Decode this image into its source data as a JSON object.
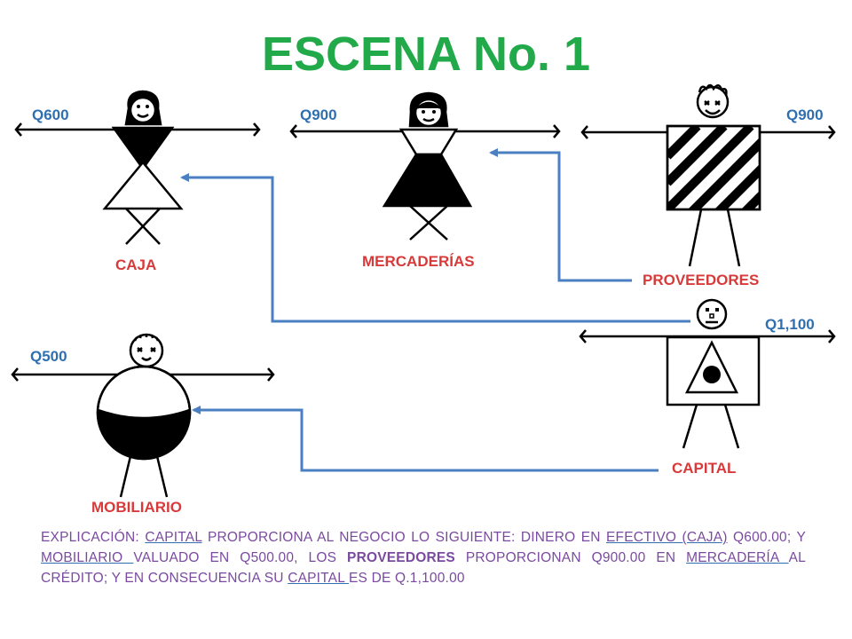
{
  "title": "ESCENA No. 1",
  "figures": {
    "caja": {
      "label": "CAJA",
      "amount": "Q600"
    },
    "mercaderias": {
      "label": "MERCADERÍAS",
      "amount": "Q900"
    },
    "proveedores": {
      "label": "PROVEEDORES",
      "amount": "Q900"
    },
    "capital": {
      "label": "CAPITAL",
      "amount": "Q1,100"
    },
    "mobiliario": {
      "label": "MOBILIARIO",
      "amount": "Q500"
    }
  },
  "colors": {
    "title": "#22a94a",
    "amount": "#2f6fb0",
    "label": "#d83a3a",
    "arrow": "#4a7fc1",
    "text": "#7a4aa0"
  },
  "explanation": {
    "p1": "EXPLICACIÓN: ",
    "p2": "CAPITAL",
    "p3": " PROPORCIONA AL NEGOCIO  LO SIGUIENTE: DINERO EN ",
    "p4": "EFECTIVO (CAJA)",
    "p5": " Q600.00; Y ",
    "p6": "MOBILIARIO ",
    "p7": "VALUADO EN Q500.00, LOS ",
    "p8": "PROVEEDORES",
    "p9": " PROPORCIONAN Q900.00 EN ",
    "p10": "MERCADERÍA ",
    "p11": "AL CRÉDITO; Y EN CONSECUENCIA SU ",
    "p12": "CAPITAL ",
    "p13": "ES DE Q.1,100.00"
  }
}
